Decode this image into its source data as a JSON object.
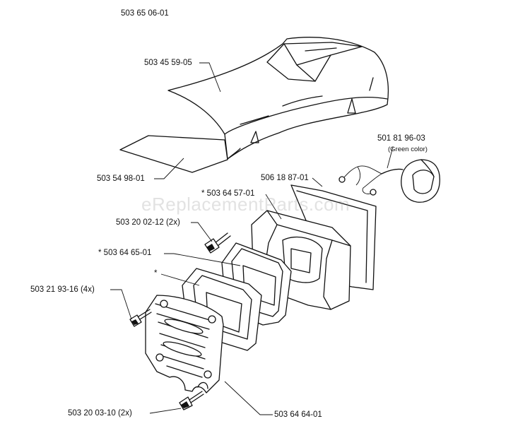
{
  "assembly_number": "503 65 06-01",
  "watermark": "eReplacementParts.com",
  "parts": {
    "cover": "503 45 59-05",
    "filter_pad": "503 54 98-01",
    "fuel_cap": "501 81 96-03",
    "fuel_cap_note": "(Green color)",
    "muffler": "506 18 87-01",
    "gasket_outer": "* 503 64 57-01",
    "screw_top": "503 20 02-12 (2x)",
    "gasket_mid": "* 503 64 65-01",
    "gasket_inner": "*",
    "screw_left": "503 21 93-16 (4x)",
    "screw_bottom": "503 20 03-10 (2x)",
    "plate": "503 64 64-01"
  }
}
